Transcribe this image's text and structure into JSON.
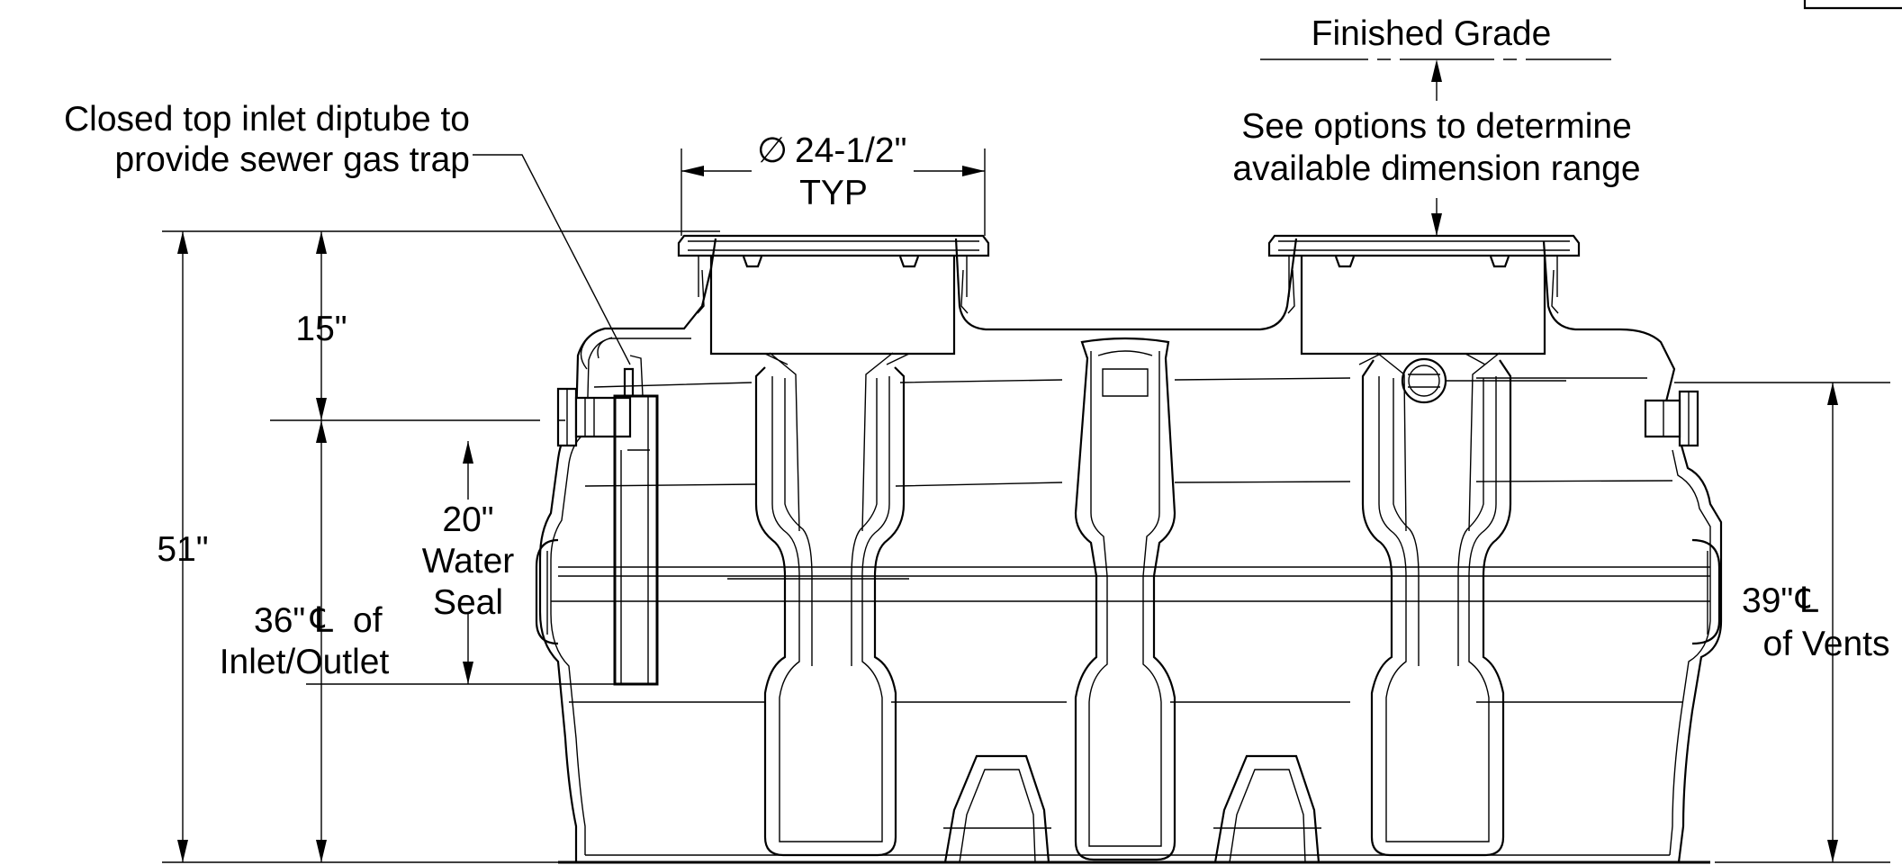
{
  "labels": {
    "finished_grade": "Finished Grade",
    "options_line1": "See options to determine",
    "options_line2": "available dimension range",
    "diptube_line1": "Closed top inlet diptube to",
    "diptube_line2": "provide sewer gas trap",
    "diameter_symbol": "∅",
    "riser_diameter": "24-1/2\"",
    "riser_typ": "TYP",
    "dim_15": "15\"",
    "dim_51": "51\"",
    "water_seal_dim": "20\"",
    "water_seal_line1": "Water",
    "water_seal_line2": "Seal",
    "inlet_outlet_dim": "36\"",
    "inlet_outlet_line1": "of",
    "inlet_outlet_line2": "Inlet/Outlet",
    "vents_dim": "39\"",
    "vents_line2": "of Vents",
    "centerline_symbol": "℄"
  }
}
